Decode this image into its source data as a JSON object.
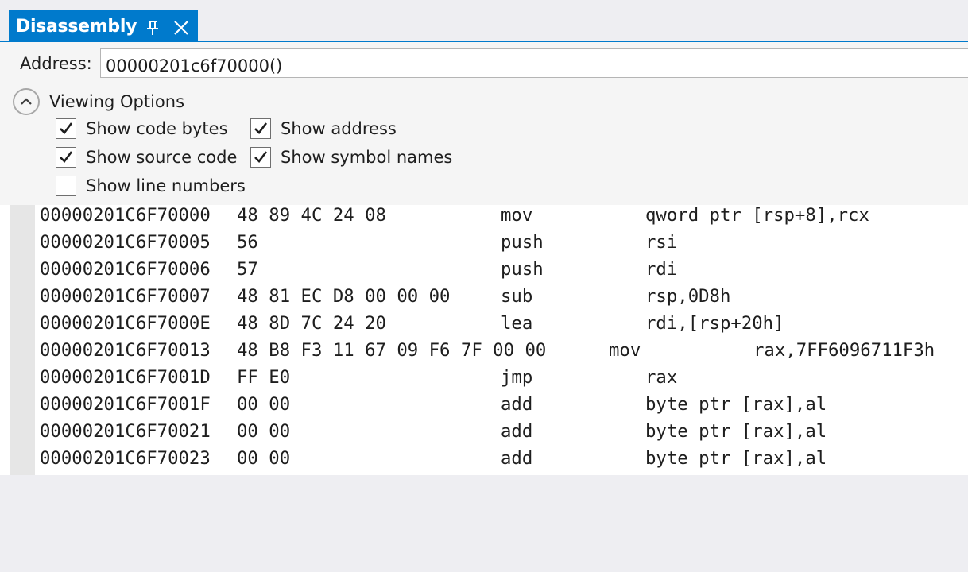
{
  "tab": {
    "title": "Disassembly"
  },
  "address": {
    "label": "Address:",
    "value": "00000201c6f70000()"
  },
  "viewing_options": {
    "title": "Viewing Options",
    "options": [
      {
        "label": "Show code bytes",
        "checked": true
      },
      {
        "label": "Show address",
        "checked": true
      },
      {
        "label": "Show source code",
        "checked": true
      },
      {
        "label": "Show symbol names",
        "checked": true
      },
      {
        "label": "Show line numbers",
        "checked": false
      }
    ]
  },
  "disassembly": [
    {
      "address": "00000201C6F70000",
      "bytes": "48 89 4C 24 08",
      "mnemonic": "mov",
      "operands": "qword ptr [rsp+8],rcx"
    },
    {
      "address": "00000201C6F70005",
      "bytes": "56",
      "mnemonic": "push",
      "operands": "rsi"
    },
    {
      "address": "00000201C6F70006",
      "bytes": "57",
      "mnemonic": "push",
      "operands": "rdi"
    },
    {
      "address": "00000201C6F70007",
      "bytes": "48 81 EC D8 00 00 00",
      "mnemonic": "sub",
      "operands": "rsp,0D8h"
    },
    {
      "address": "00000201C6F7000E",
      "bytes": "48 8D 7C 24 20",
      "mnemonic": "lea",
      "operands": "rdi,[rsp+20h]"
    },
    {
      "address": "00000201C6F70013",
      "bytes": "48 B8 F3 11 67 09 F6 7F 00 00",
      "mnemonic": "mov",
      "operands": "rax,7FF6096711F3h"
    },
    {
      "address": "00000201C6F7001D",
      "bytes": "FF E0",
      "mnemonic": "jmp",
      "operands": "rax"
    },
    {
      "address": "00000201C6F7001F",
      "bytes": "00 00",
      "mnemonic": "add",
      "operands": "byte ptr [rax],al"
    },
    {
      "address": "00000201C6F70021",
      "bytes": "00 00",
      "mnemonic": "add",
      "operands": "byte ptr [rax],al"
    },
    {
      "address": "00000201C6F70023",
      "bytes": "00 00",
      "mnemonic": "add",
      "operands": "byte ptr [rax],al"
    }
  ],
  "colors": {
    "accent": "#007acc",
    "panel": "#f5f5f5",
    "chrome": "#eeeef2"
  }
}
